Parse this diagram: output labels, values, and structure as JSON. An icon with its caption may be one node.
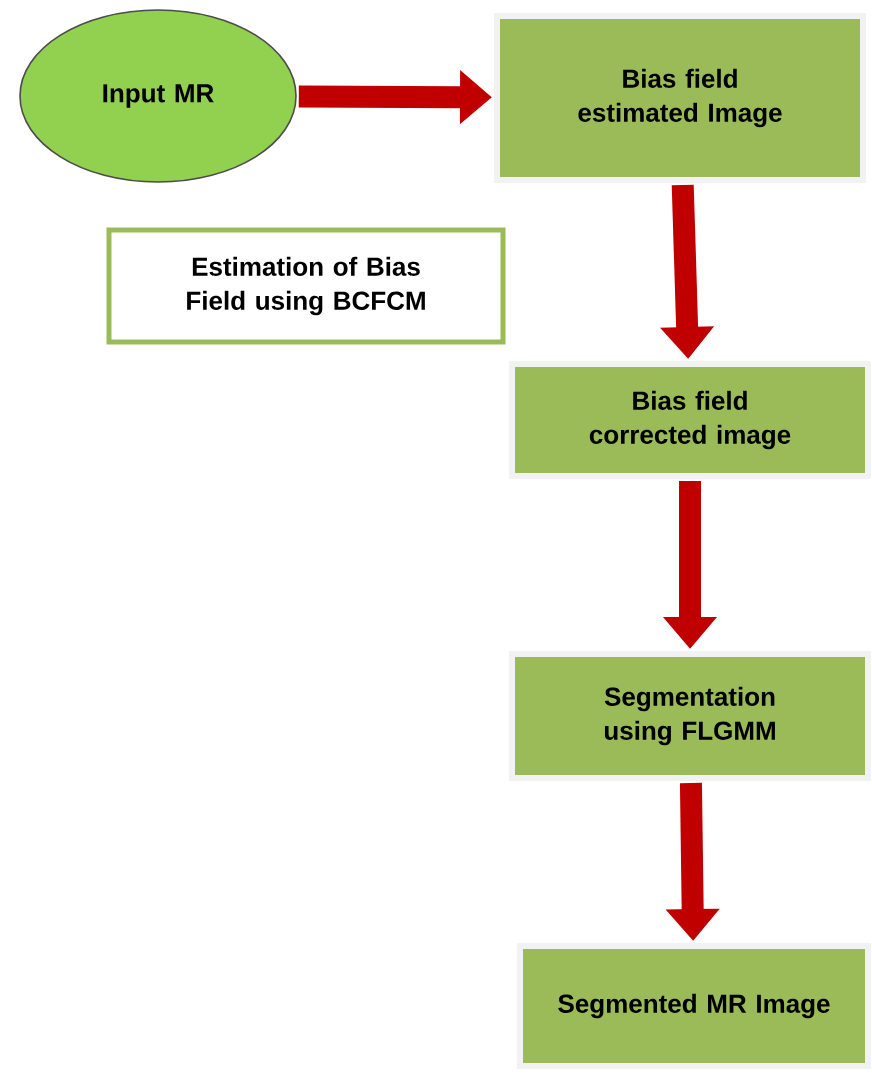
{
  "diagram": {
    "nodes": [
      {
        "text": [
          "Input MR"
        ]
      },
      {
        "text": [
          "Bias field estimated Image"
        ]
      },
      {
        "text": [
          "Estimation of Bias Field using BCFCM"
        ]
      },
      {
        "text": [
          "Bias field corrected image"
        ]
      },
      {
        "text": [
          "Segmentation using FLGMM"
        ]
      },
      {
        "text": [
          "Segmented MR Image"
        ]
      }
    ],
    "edges": [
      {
        "from": 0,
        "to": 1,
        "arrow": "to"
      },
      {
        "from": 1,
        "to": 3,
        "arrow": "to"
      },
      {
        "from": 3,
        "to": 4,
        "arrow": "to"
      },
      {
        "from": 4,
        "to": 5,
        "arrow": "to"
      }
    ]
  }
}
